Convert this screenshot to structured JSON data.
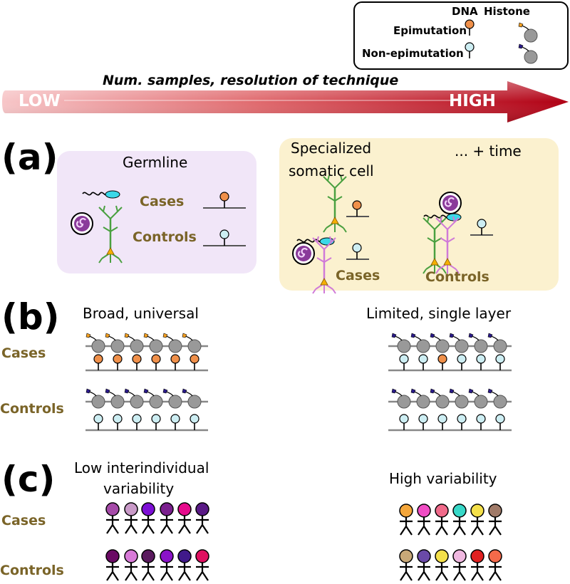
{
  "legend": {
    "dna_header": "DNA",
    "histone_header": "Histone",
    "epimutation_label": "Epimutation",
    "non_epimutation_label": "Non-epimutation"
  },
  "arrow": {
    "title": "Num. samples,  resolution of technique",
    "low_label": "LOW",
    "high_label": "HIGH"
  },
  "panel_a": {
    "letter": "(a)",
    "germline_title": "Germline",
    "cases_label": "Cases",
    "controls_label": "Controls",
    "somatic_title_line1": "Specialized",
    "somatic_title_line2": "somatic cell",
    "time_label": "... + time",
    "somatic_cases_label": "Cases",
    "somatic_controls_label": "Controls"
  },
  "panel_b": {
    "letter": "(b)",
    "left_title": "Broad, universal",
    "right_title": "Limited, single layer",
    "cases_label": "Cases",
    "controls_label": "Controls"
  },
  "panel_c": {
    "letter": "(c)",
    "left_title_line1": "Low interindividual",
    "left_title_line2": "variability",
    "right_title": "High variability",
    "cases_label": "Cases",
    "controls_label": "Controls"
  },
  "colors": {
    "epimutation": "#f0904a",
    "non_epimutation": "#cdeef3",
    "histone": "#999999",
    "germline_box": "#f1e6f8",
    "somatic_box": "#fbf1cf",
    "label_gold": "#7a6428",
    "arrow_dark": "#b3001a",
    "arrow_light": "#f6c0c2"
  },
  "people": {
    "low_cases": [
      "#a54aa8",
      "#c99ac8",
      "#7d0fd6",
      "#7a1f8e",
      "#e60a8c",
      "#5a1a86"
    ],
    "low_controls": [
      "#6a0a64",
      "#d87ad8",
      "#5a1a5e",
      "#8a12c8",
      "#401a8a",
      "#e01060"
    ],
    "high_cases": [
      "#f4a63a",
      "#f04cc4",
      "#f06a8a",
      "#38d8c8",
      "#f4e04a",
      "#a07a68"
    ],
    "high_controls": [
      "#c8a878",
      "#6a4aa8",
      "#f4e04a",
      "#f0b8e0",
      "#e02020",
      "#f46a4a"
    ]
  }
}
